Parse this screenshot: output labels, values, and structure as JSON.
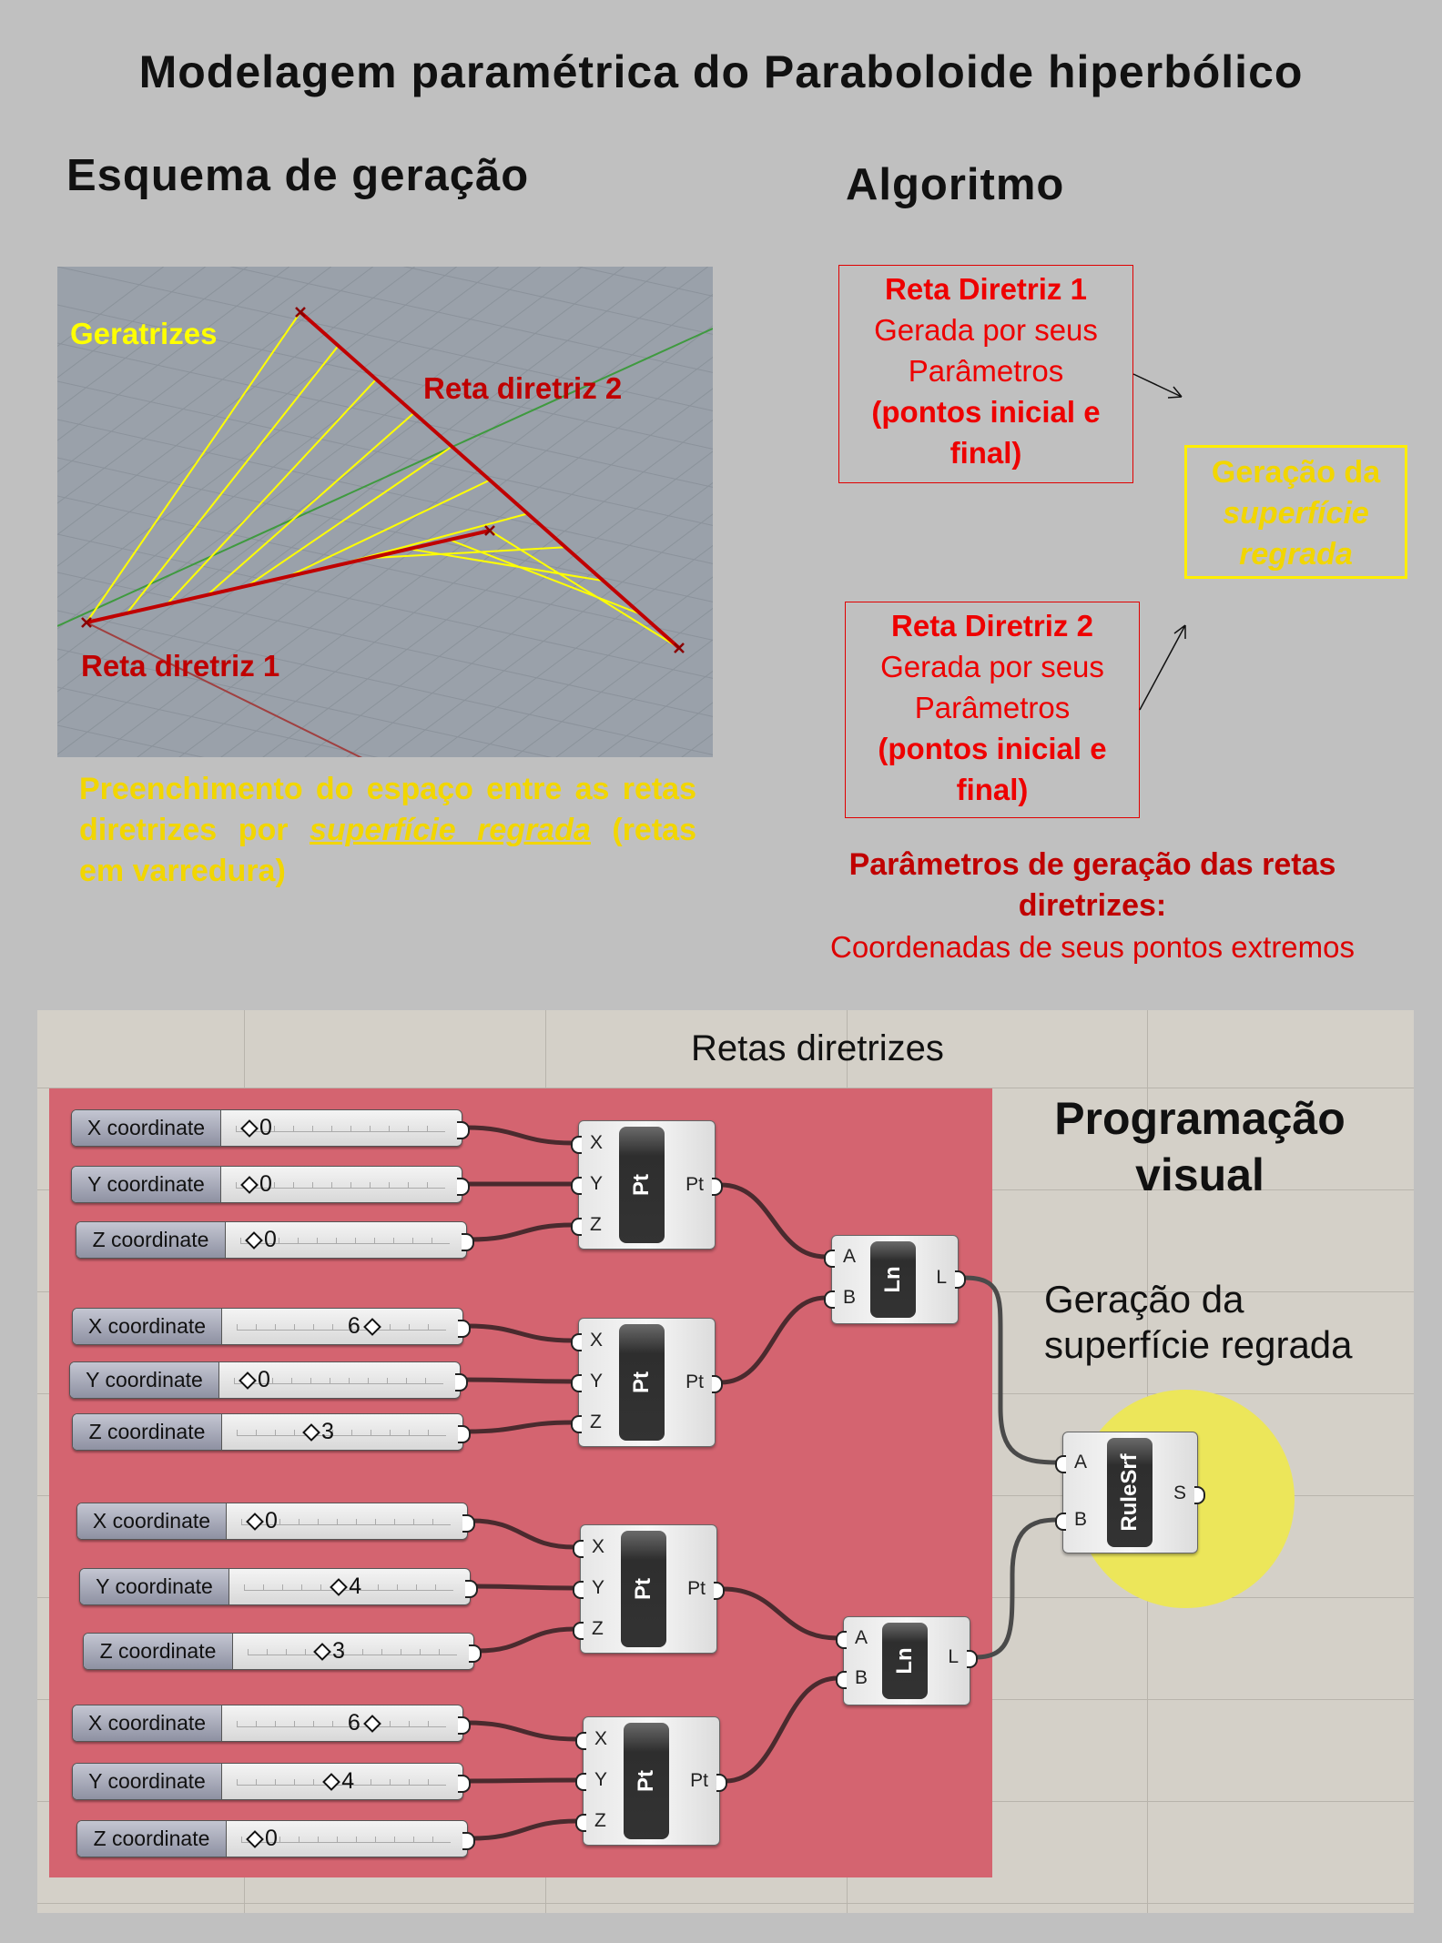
{
  "title": "Modelagem paramétrica do Paraboloide hiperbólico",
  "left_heading": "Esquema de geração",
  "right_heading": "Algoritmo",
  "viewport": {
    "label_generatrices": "Geratrizes",
    "label_line2": "Reta diretriz 2",
    "label_line1": "Reta diretriz 1"
  },
  "caption": {
    "part1": "Preenchimento do espaço entre as retas diretrizes por ",
    "emphasis": "superfície regrada",
    "part2": " (retas em varredura)"
  },
  "box1": {
    "title": "Reta Diretriz 1",
    "line1": "Gerada por seus",
    "line2": "Parâmetros",
    "bold": "(pontos inicial e final)"
  },
  "box2": {
    "title": "Reta Diretriz 2",
    "line1": "Gerada por seus",
    "line2": "Parâmetros",
    "bold": "(pontos inicial e final)"
  },
  "result_box": {
    "line1": "Geração da",
    "line2": "superfície",
    "line3": "regrada"
  },
  "params": {
    "bold": "Parâmetros de geração das retas diretrizes:",
    "normal": "Coordenadas de seus pontos extremos"
  },
  "canvas": {
    "group_title": "Retas diretrizes",
    "visual_line1": "Programação",
    "visual_line2": "visual",
    "surface_line1": "Geração da",
    "surface_line2": "superfície regrada",
    "sliders": [
      {
        "label": "X coordinate",
        "value": "0"
      },
      {
        "label": "Y coordinate",
        "value": "0"
      },
      {
        "label": "Z coordinate",
        "value": "0"
      },
      {
        "label": "X coordinate",
        "value": "6"
      },
      {
        "label": "Y coordinate",
        "value": "0"
      },
      {
        "label": "Z coordinate",
        "value": "3"
      },
      {
        "label": "X coordinate",
        "value": "0"
      },
      {
        "label": "Y coordinate",
        "value": "4"
      },
      {
        "label": "Z coordinate",
        "value": "3"
      },
      {
        "label": "X coordinate",
        "value": "6"
      },
      {
        "label": "Y coordinate",
        "value": "4"
      },
      {
        "label": "Z coordinate",
        "value": "0"
      }
    ],
    "point_component": {
      "name": "Pt",
      "inputs": [
        "X",
        "Y",
        "Z"
      ],
      "output": "Pt"
    },
    "line_component": {
      "name": "Ln",
      "inputs": [
        "A",
        "B"
      ],
      "output": "L"
    },
    "rulesrf_component": {
      "name": "RuleSrf",
      "inputs": [
        "A",
        "B"
      ],
      "output": "S"
    }
  },
  "colors": {
    "background": "#c0c0c0",
    "group": "#d46470",
    "highlight": "#ece65a",
    "red_text": "#ee0000",
    "yellow_text": "#f2d600"
  }
}
